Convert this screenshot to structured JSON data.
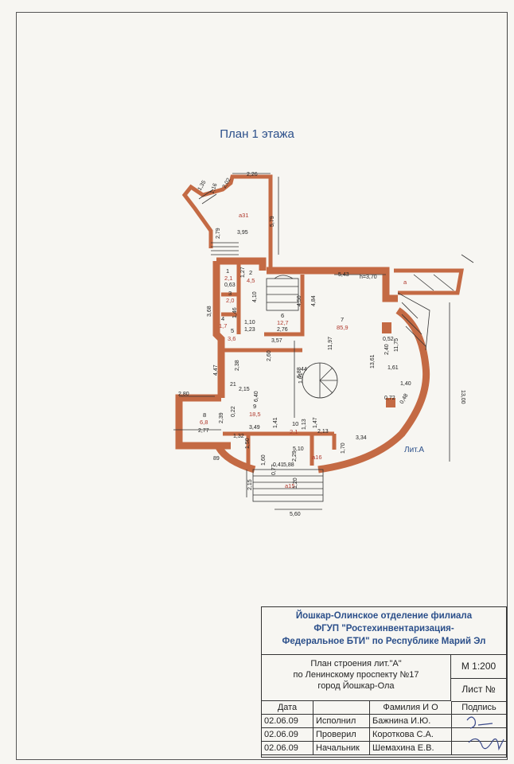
{
  "plan_title": "План 1 этажа",
  "rooms": [
    {
      "num": "а31",
      "area": ""
    },
    {
      "num": "1",
      "area": "2,1"
    },
    {
      "num": "2",
      "area": "4,5"
    },
    {
      "num": "3",
      "area": "2,0"
    },
    {
      "num": "4",
      "area": "1,7"
    },
    {
      "num": "5",
      "area": "3,6"
    },
    {
      "num": "6",
      "area": "12,7"
    },
    {
      "num": "7",
      "area": "85,9"
    },
    {
      "num": "8",
      "area": "6,8"
    },
    {
      "num": "9",
      "area": "18,5"
    },
    {
      "num": "10",
      "area": "2,1"
    },
    {
      "num": "а16",
      "area": ""
    },
    {
      "num": "а15",
      "area": ""
    },
    {
      "num": "а",
      "area": ""
    }
  ],
  "height_label": "h=3,70",
  "litera_label": "Лит.А",
  "dims": {
    "d226": "2,26",
    "d579": "5,79",
    "d395": "3,95",
    "d279": "2,79",
    "d202": "2,02",
    "d116": "1,16",
    "d135": "1,35",
    "d543": "5,43",
    "d127": "1,27",
    "d063": "0,63",
    "d410": "4,10",
    "d484": "4,84",
    "d450": "4,50",
    "d368": "3,68",
    "d146": "1,46",
    "d110": "1,10",
    "d123": "1,23",
    "d276": "2,76",
    "d357": "3,57",
    "d1197": "11,97",
    "d1361": "13,61",
    "d1175": "11,75",
    "d240": "2,40",
    "d052": "0,52",
    "d161": "1,61",
    "d140": "1,40",
    "d1300": "13,00",
    "d072": "0,72",
    "d048": "0,48",
    "d447": "4,47",
    "d238": "2,38",
    "d280": "2,80",
    "d260": "2,60",
    "d215": "2,15",
    "d640": "6,40",
    "d588": "5,88",
    "d101": "1,01",
    "d044": "44",
    "d021": "21",
    "d022": "0,22",
    "d239": "2,39",
    "d277": "2,77",
    "d349": "3,49",
    "d141": "1,41",
    "d132": "1,32",
    "d147": "1,47",
    "d113": "1,13",
    "d213": "2,13",
    "d334": "3,34",
    "d160": "1,60",
    "d170": "1,70",
    "d089": "89",
    "d150": "1,50",
    "d041": "0,41",
    "d588b": "5,88",
    "d510": "5,10",
    "d229": "2,29",
    "d077": "0,77",
    "d120": "1,20",
    "d215b": "2,15",
    "d560": "5,60"
  },
  "stamp": {
    "org_line1": "Йошкар-Олинское отделение филиала",
    "org_line2": "ФГУП \"Ростехинвентаризация-",
    "org_line3": "Федеральное БТИ\" по Республике Марий Эл",
    "desc_line1": "План строения лит.\"А\"",
    "desc_line2": "по Ленинскому проспекту №17",
    "desc_line3": "город   Йошкар-Ола",
    "scale": "М 1:200",
    "sheet": "Лист №",
    "headers": {
      "date": "Дата",
      "name": "Фамилия И О",
      "sign": "Подпись"
    },
    "rows": [
      {
        "date": "02.06.09",
        "role": "Исполнил",
        "name": "Бажнина И.Ю."
      },
      {
        "date": "02.06.09",
        "role": "Проверил",
        "name": "Короткова С.А."
      },
      {
        "date": "02.06.09",
        "role": "Начальник",
        "name": "Шемахина Е.В."
      }
    ]
  }
}
